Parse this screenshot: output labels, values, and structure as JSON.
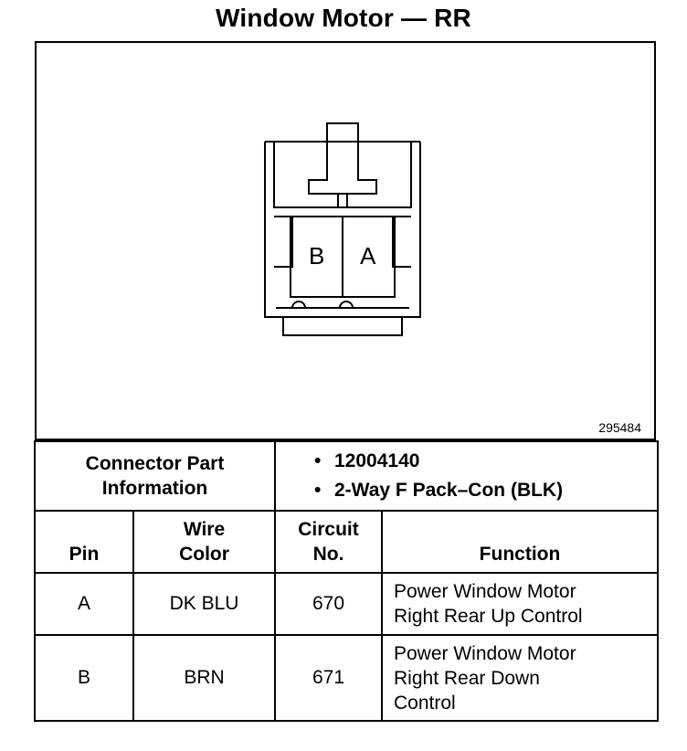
{
  "title": "Window Motor — RR",
  "diagram": {
    "figure_number": "295484",
    "pin_labels": [
      "B",
      "A"
    ]
  },
  "connector_info": {
    "label_line1": "Connector Part",
    "label_line2": "Information",
    "values": [
      "12004140",
      "2-Way F Pack–Con (BLK)"
    ],
    "bullet": "•"
  },
  "columns": {
    "pin": "Pin",
    "wire_color_line1": "Wire",
    "wire_color_line2": "Color",
    "circuit_line1": "Circuit",
    "circuit_line2": "No.",
    "function": "Function"
  },
  "rows": [
    {
      "pin": "A",
      "wire_color": "DK BLU",
      "circuit": "670",
      "function_lines": [
        "Power Window Motor",
        "Right Rear Up Control"
      ]
    },
    {
      "pin": "B",
      "wire_color": "BRN",
      "circuit": "671",
      "function_lines": [
        "Power Window Motor",
        "Right Rear Down",
        "Control"
      ]
    }
  ]
}
